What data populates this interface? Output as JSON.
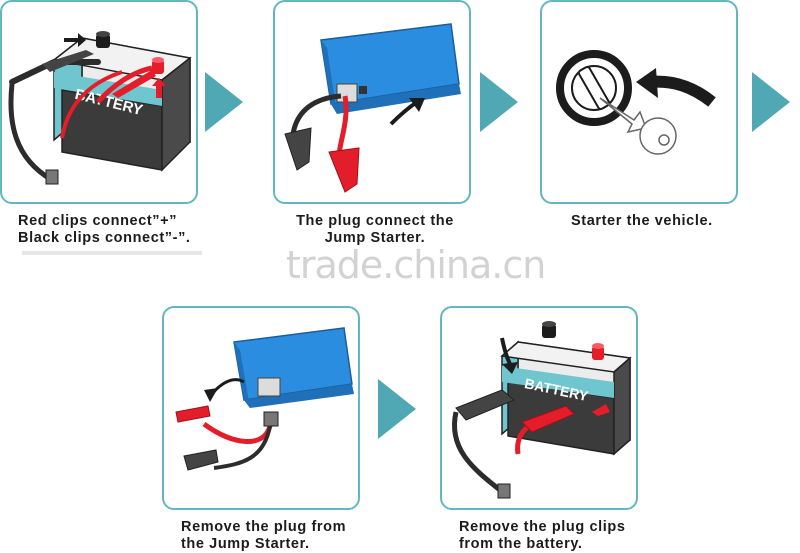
{
  "colors": {
    "frame": "#62b7c1",
    "arrow": "#4fa8b3",
    "red": "#e41d2b",
    "blue": "#2a8de0"
  },
  "steps": [
    {
      "caption": [
        "Red clips connect”+”",
        "Black clips connect”-”."
      ],
      "battery_label": "BATTERY"
    },
    {
      "caption": [
        "The plug connect the",
        "Jump Starter."
      ]
    },
    {
      "caption": [
        "Starter the vehicle."
      ]
    },
    {
      "caption": [
        "Remove the plug from",
        "the Jump Starter."
      ]
    },
    {
      "caption": [
        "Remove the plug clips",
        "from the battery."
      ],
      "battery_label": "BATTERY"
    }
  ],
  "watermark": "trade.china.cn"
}
